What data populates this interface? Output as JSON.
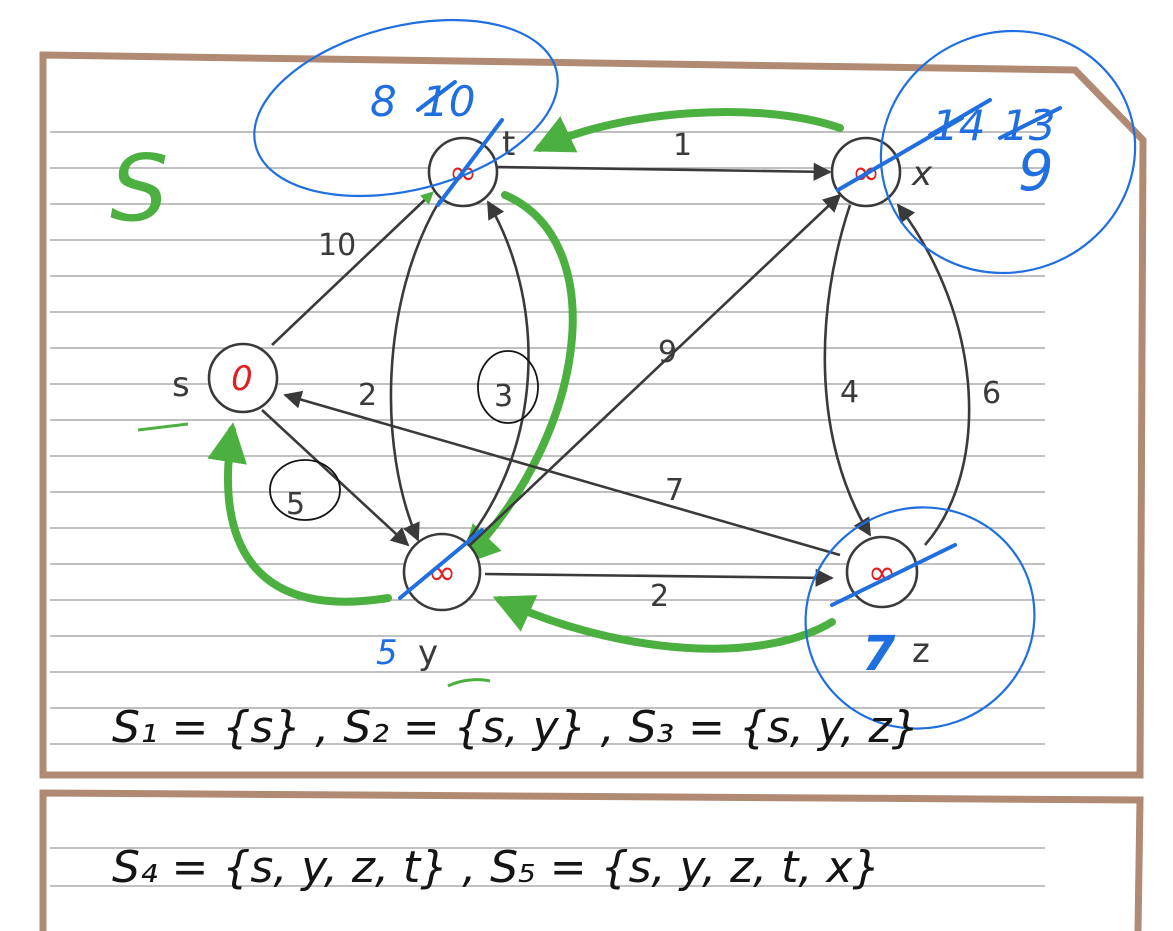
{
  "nodes": [
    {
      "id": "s",
      "label": "s",
      "dist": "0"
    },
    {
      "id": "t",
      "label": "t",
      "dist": "∞"
    },
    {
      "id": "x",
      "label": "x",
      "dist": "∞"
    },
    {
      "id": "y",
      "label": "y",
      "dist": "∞"
    },
    {
      "id": "z",
      "label": "z",
      "dist": "∞"
    }
  ],
  "edges": [
    {
      "from": "s",
      "to": "t",
      "weight": "10"
    },
    {
      "from": "s",
      "to": "y",
      "weight": "5"
    },
    {
      "from": "t",
      "to": "x",
      "weight": "1"
    },
    {
      "from": "t",
      "to": "y",
      "weight": "2"
    },
    {
      "from": "y",
      "to": "t",
      "weight": "3"
    },
    {
      "from": "y",
      "to": "x",
      "weight": "9"
    },
    {
      "from": "y",
      "to": "z",
      "weight": "2"
    },
    {
      "from": "x",
      "to": "z",
      "weight": "4"
    },
    {
      "from": "z",
      "to": "x",
      "weight": "6"
    },
    {
      "from": "z",
      "to": "s",
      "weight": "7"
    }
  ],
  "annotations": {
    "big_s": "S",
    "t_old": "10",
    "t_new": "8",
    "x_old1": "14",
    "x_old2": "13",
    "x_new": "9",
    "y_new": "5",
    "z_new": "7"
  },
  "sets": {
    "line1": "S₁ = {s} ,  S₂ = {s, y} ,  S₃ = {s, y, z}",
    "line2": "S₄ = {s, y, z, t}   ,  S₅ = {s, y, z, t, x}"
  },
  "colors": {
    "ink": "#3a3a3a",
    "dist": "#e02020",
    "update": "#1f6fe0",
    "path": "#4cb041",
    "frame": "#b08a72"
  }
}
